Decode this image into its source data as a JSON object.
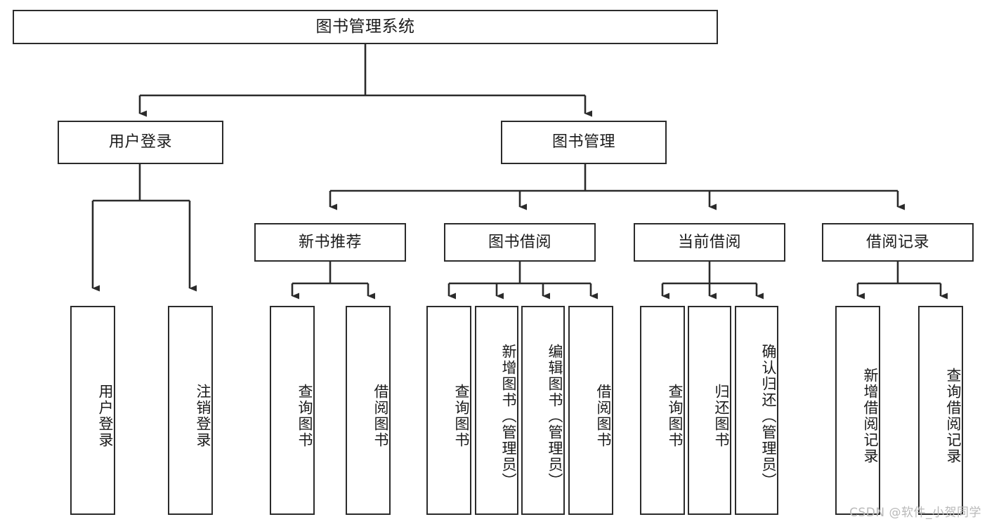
{
  "diagram": {
    "title": "图书管理系统",
    "type": "tree",
    "watermark": "CSDN @软件_小贺同学",
    "line_color": "#2b2b2b",
    "box_fill": "#ffffff",
    "text_color": "#1b1b1b",
    "levels": [
      {
        "level": 0,
        "nodes": [
          {
            "id": "root",
            "label": "图书管理系统",
            "orientation": "horizontal"
          }
        ]
      },
      {
        "level": 1,
        "nodes": [
          {
            "id": "login",
            "label": "用户登录",
            "orientation": "horizontal",
            "parent": "root"
          },
          {
            "id": "bookmgmt",
            "label": "图书管理",
            "orientation": "horizontal",
            "parent": "root"
          }
        ]
      },
      {
        "level": 2,
        "nodes": [
          {
            "id": "newbook",
            "label": "新书推荐",
            "orientation": "horizontal",
            "parent": "bookmgmt"
          },
          {
            "id": "borrow",
            "label": "图书借阅",
            "orientation": "horizontal",
            "parent": "bookmgmt"
          },
          {
            "id": "current",
            "label": "当前借阅",
            "orientation": "horizontal",
            "parent": "bookmgmt"
          },
          {
            "id": "records",
            "label": "借阅记录",
            "orientation": "horizontal",
            "parent": "bookmgmt"
          }
        ]
      },
      {
        "level": 3,
        "nodes": [
          {
            "id": "leaf1",
            "label": "用户登录",
            "orientation": "vertical",
            "parent": "login"
          },
          {
            "id": "leaf2",
            "label": "注销登录",
            "orientation": "vertical",
            "parent": "login"
          },
          {
            "id": "leaf3",
            "label": "查询图书",
            "orientation": "vertical",
            "parent": "newbook"
          },
          {
            "id": "leaf4",
            "label": "借阅图书",
            "orientation": "vertical",
            "parent": "newbook"
          },
          {
            "id": "leaf5",
            "label": "查询图书",
            "orientation": "vertical",
            "parent": "borrow"
          },
          {
            "id": "leaf6",
            "label": "新增图书（管理员）",
            "orientation": "vertical",
            "parent": "borrow"
          },
          {
            "id": "leaf7",
            "label": "编辑图书（管理员）",
            "orientation": "vertical",
            "parent": "borrow"
          },
          {
            "id": "leaf8",
            "label": "借阅图书",
            "orientation": "vertical",
            "parent": "borrow"
          },
          {
            "id": "leaf9",
            "label": "查询图书",
            "orientation": "vertical",
            "parent": "current"
          },
          {
            "id": "leaf10",
            "label": "归还图书",
            "orientation": "vertical",
            "parent": "current"
          },
          {
            "id": "leaf11",
            "label": "确认归还（管理员）",
            "orientation": "vertical",
            "parent": "current"
          },
          {
            "id": "leaf12",
            "label": "新增借阅记录",
            "orientation": "vertical",
            "parent": "records"
          },
          {
            "id": "leaf13",
            "label": "查询借阅记录",
            "orientation": "vertical",
            "parent": "records"
          }
        ]
      }
    ]
  }
}
